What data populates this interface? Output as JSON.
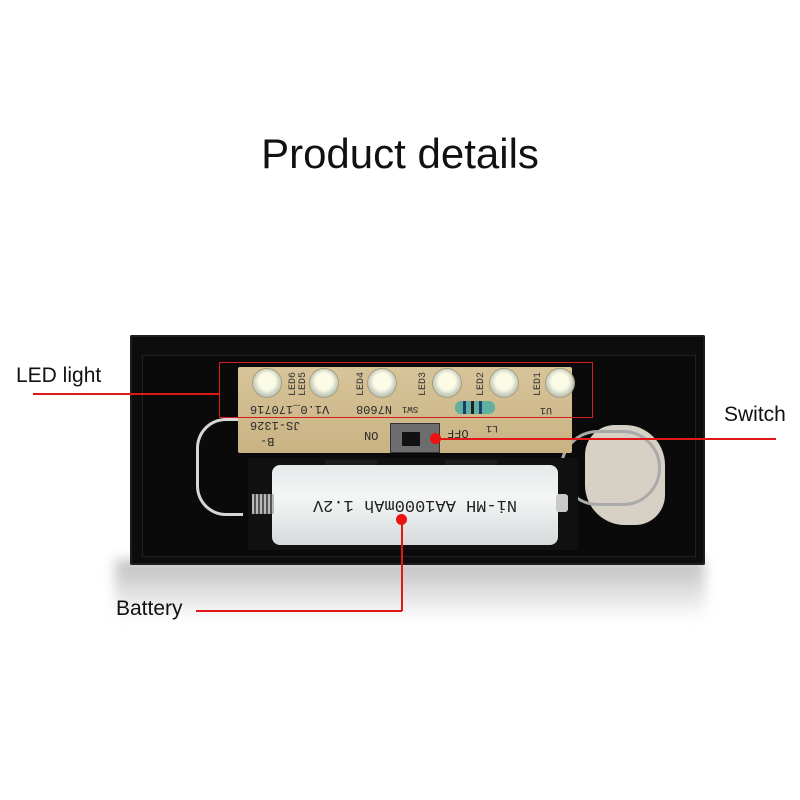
{
  "title": "Product details",
  "callouts": {
    "led_light": "LED light",
    "switch": "Switch",
    "battery": "Battery"
  },
  "pcb": {
    "leds": [
      "LED6",
      "LED5",
      "LED4",
      "LED3",
      "LED2",
      "LED1"
    ],
    "model": "N7608",
    "version": "V1.0_170716",
    "code": "JS-1326",
    "switch_ref": "SW1",
    "switch_on": "ON",
    "switch_off": "OFF",
    "terminal": "B-",
    "inductor": "L1",
    "ic": "U1"
  },
  "battery": {
    "label": "Ni-MH AA1000mAh 1.2V"
  },
  "colors": {
    "callout_red": "#e01818",
    "case": "#0d0d0d",
    "pcb": "#d1bd8f"
  }
}
